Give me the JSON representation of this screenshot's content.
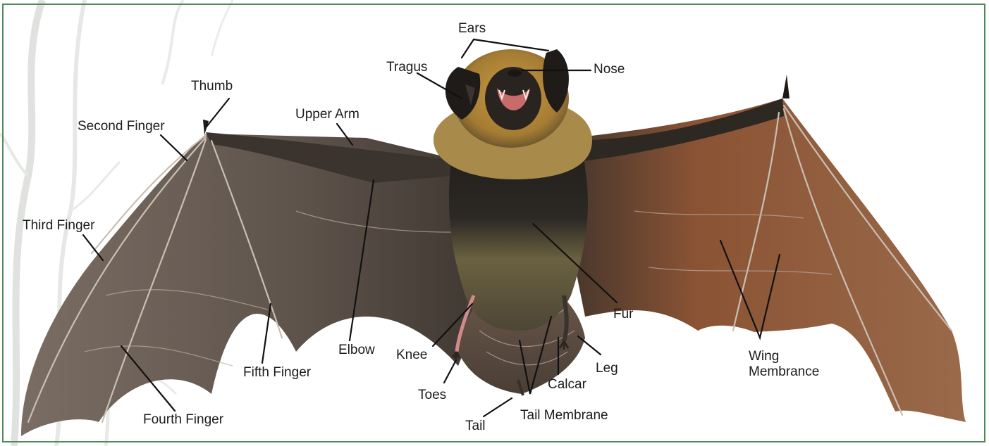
{
  "labels": {
    "ears": "Ears",
    "tragus": "Tragus",
    "nose": "Nose",
    "thumb": "Thumb",
    "second_finger": "Second Finger",
    "upper_arm": "Upper Arm",
    "third_finger": "Third Finger",
    "fur": "Fur",
    "elbow": "Elbow",
    "knee": "Knee",
    "fifth_finger": "Fifth Finger",
    "toes": "Toes",
    "calcar": "Calcar",
    "leg": "Leg",
    "wing_membrane_line1": "Wing",
    "wing_membrane_line2": "Membrance",
    "tail_membrane": "Tail Membrane",
    "tail": "Tail",
    "fourth_finger": "Fourth Finger"
  },
  "colors": {
    "frame": "#4f8a5a",
    "background": "#ffffff",
    "tree_sketch": "#c8ccc6",
    "wing_left": "#6f6259",
    "wing_right": "#8a5334",
    "wing_shadow": "#3e3630",
    "fur_gold": "#b38a3c",
    "fur_dark": "#2a2622",
    "body_belly": "#6c6240",
    "mouth": "#c96b6b",
    "label_text": "#1b1b1b",
    "leader_line": "#111111"
  }
}
